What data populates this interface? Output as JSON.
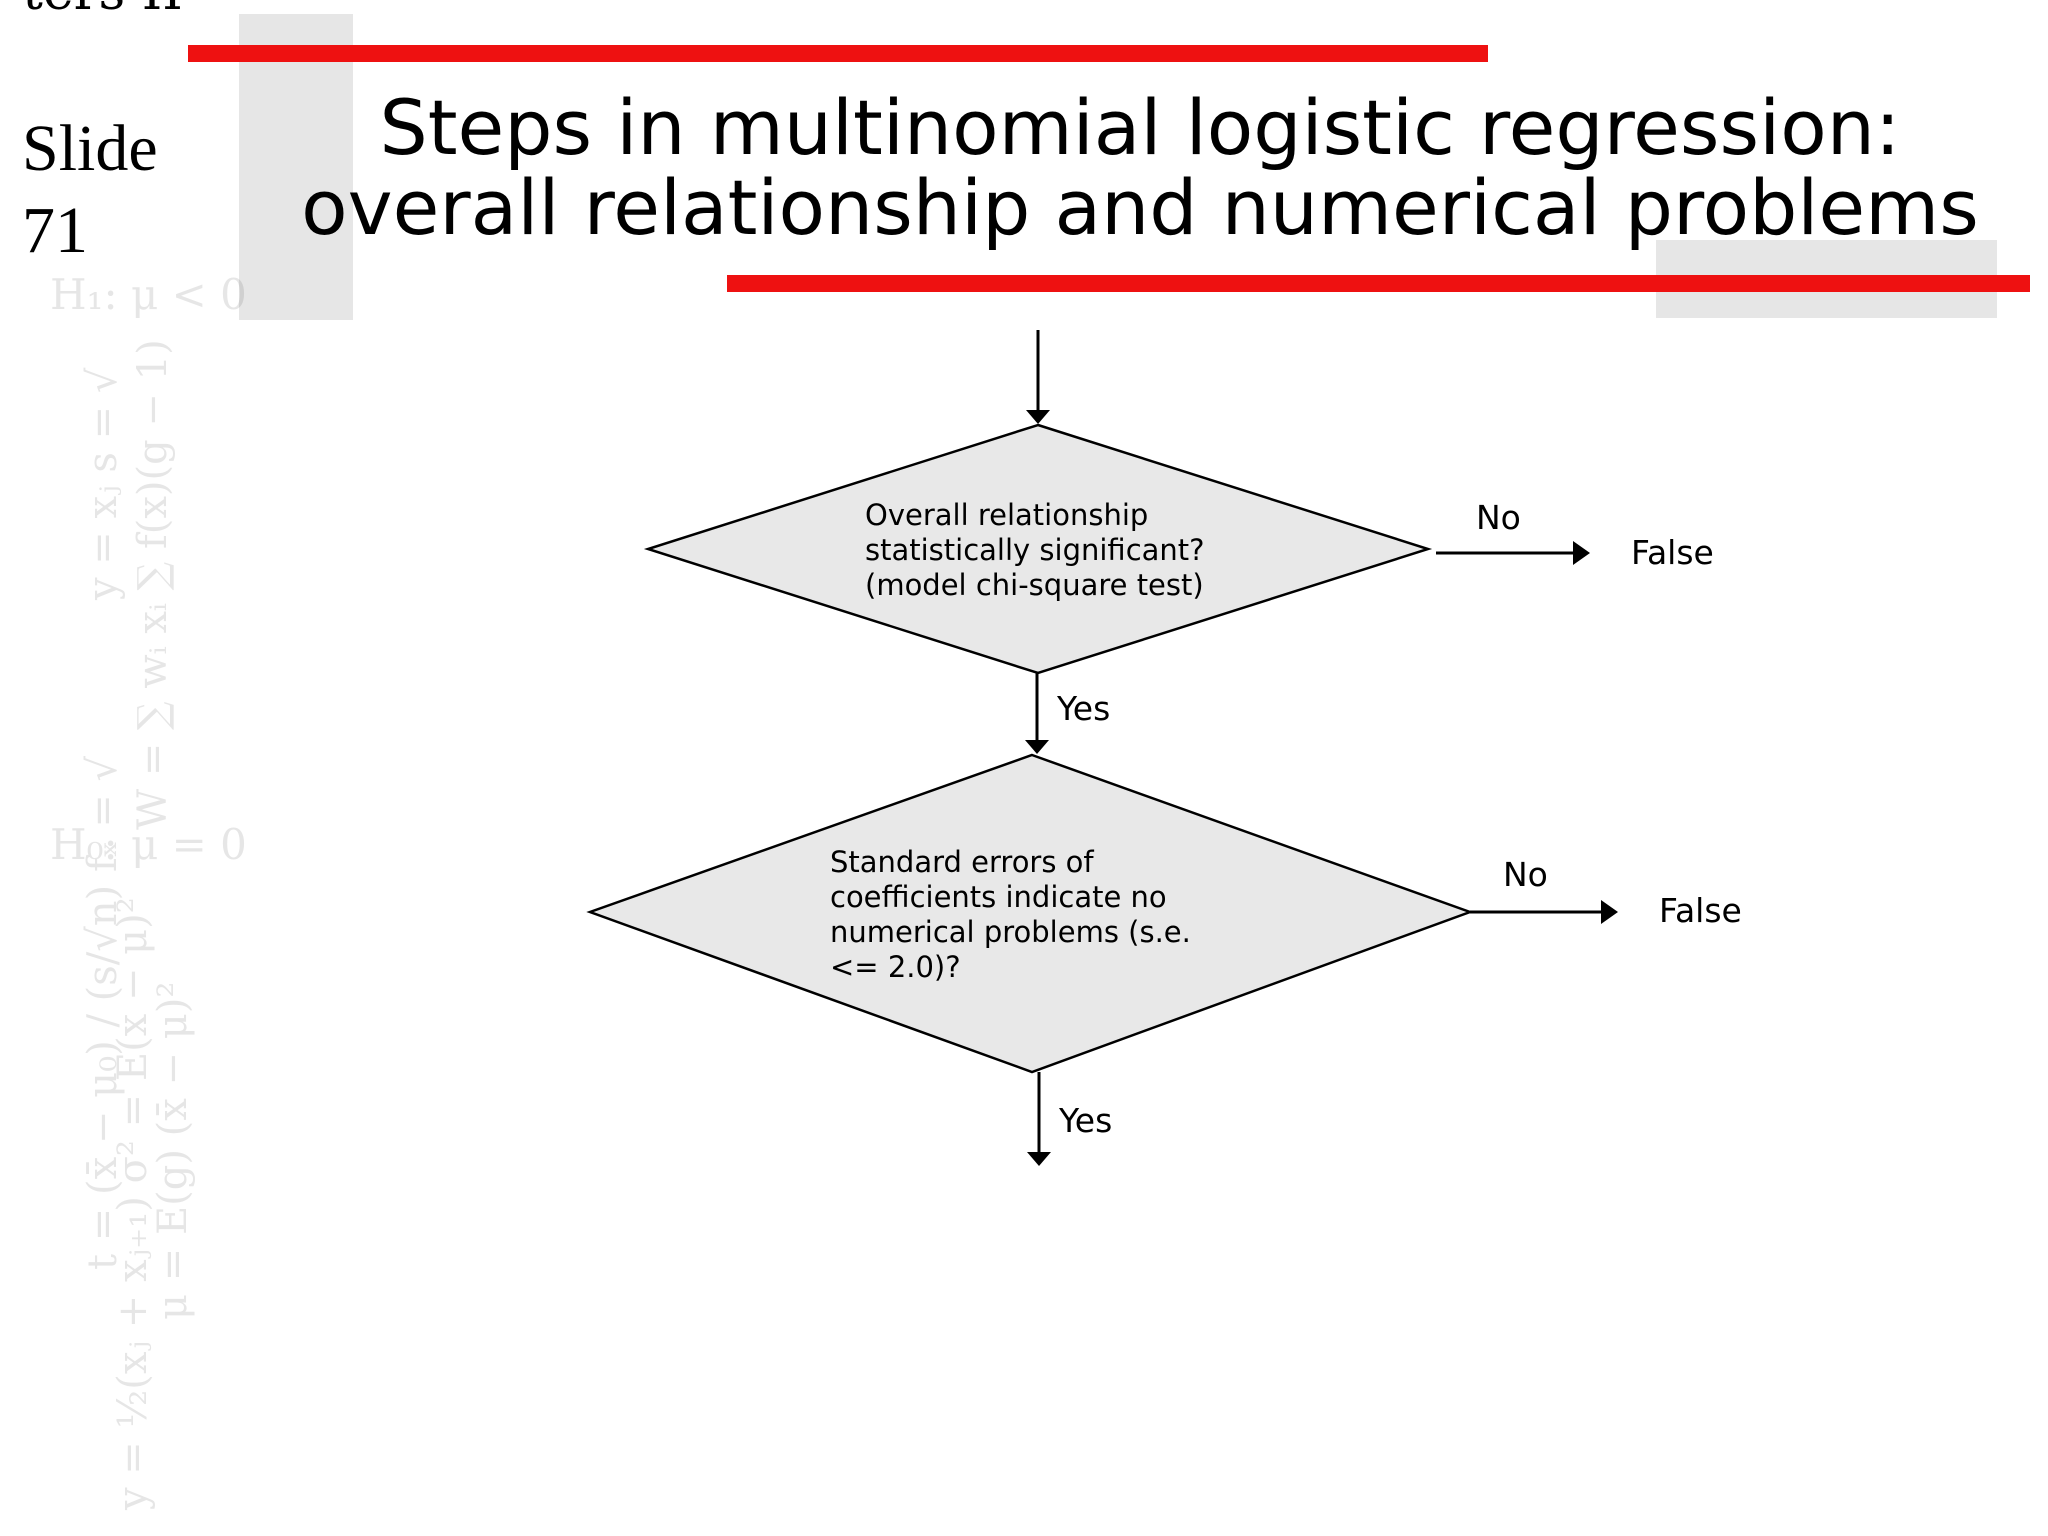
{
  "slide": {
    "top_fragment": "ters II",
    "label_word": "Slide",
    "label_number": "71"
  },
  "title": {
    "line1": "Steps in multinomial logistic regression:",
    "line2": "overall relationship and numerical problems"
  },
  "background_formulas": {
    "rows": [
      "H₁: μ < 0",
      "H₀: μ = 0"
    ],
    "vertical": [
      "y = xⱼ     s = √",
      "W = ∑ wᵢ xᵢ  ∑ f(x)(g − 1)",
      "t = (x̄ − μ₀) / (s/√n)   fₓ = √",
      "μ = E(g)   (x̄ − μ)²",
      "y = ½(xⱼ + xⱼ₊₁)  σ² = E(x − μ)²"
    ]
  },
  "flowchart": {
    "decision1": {
      "lines": [
        "Overall relationship",
        "statistically significant?",
        "(model chi-square test)"
      ],
      "no_label": "No",
      "no_outcome": "False",
      "yes_label": "Yes"
    },
    "decision2": {
      "lines": [
        "Standard errors of",
        "coefficients indicate no",
        "numerical problems (s.e.",
        "<= 2.0)?"
      ],
      "no_label": "No",
      "no_outcome": "False",
      "yes_label": "Yes"
    }
  },
  "colors": {
    "accent_red": "#ee1111",
    "diamond_fill": "#e8e8e8",
    "gray_block": "#e6e6e6"
  }
}
